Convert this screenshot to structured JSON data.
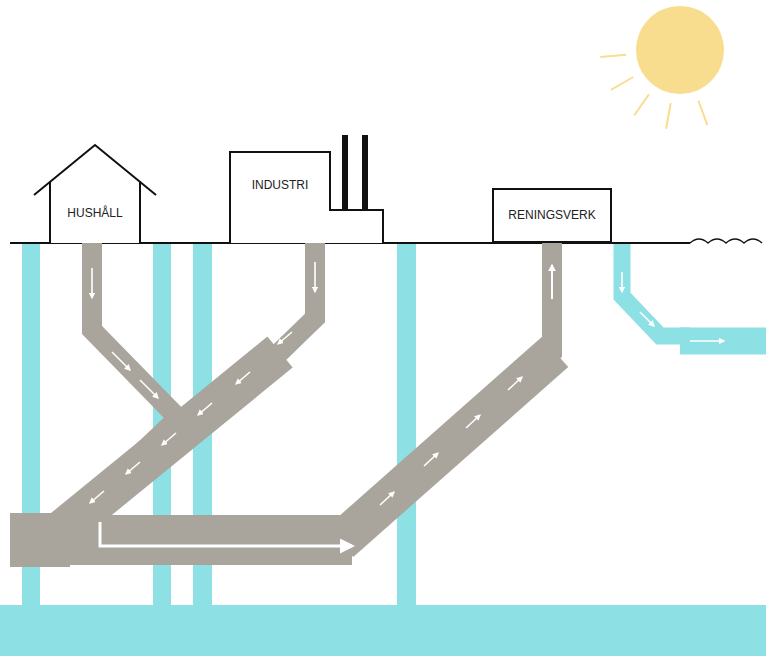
{
  "diagram": {
    "nodes": [
      {
        "text": [
          "HUSHÅLL"
        ]
      },
      {
        "text": [
          "INDUSTRI"
        ]
      },
      {
        "text": [
          "RENINGSVERK"
        ]
      }
    ],
    "edges": [
      {
        "from": 0,
        "to": 2,
        "arrow": "to"
      },
      {
        "from": 1,
        "to": 2,
        "arrow": "to"
      }
    ]
  }
}
